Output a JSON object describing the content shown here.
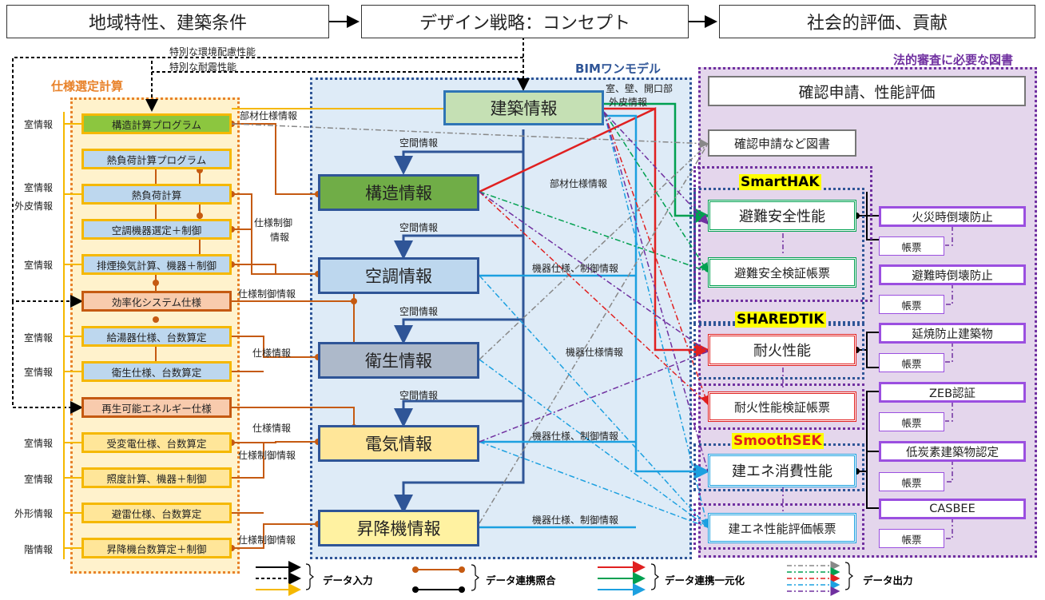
{
  "top": {
    "regional": "地域特性、建築条件",
    "design": "デザイン戦略：コンセプト",
    "social": "社会的評価、貢献"
  },
  "notes": {
    "special_env": "特別な環境配慮性能",
    "special_seismic": "特別な耐震性能"
  },
  "regions": {
    "spec_calc": "仕様選定計算",
    "bim": "BIMワンモデル",
    "legal": "法的審査に必要な図書"
  },
  "calc_items": [
    {
      "label": "構造計算プログラム",
      "left": "室情報"
    },
    {
      "label": "熱負荷計算プログラム",
      "left": ""
    },
    {
      "label": "熱負荷計算",
      "left": "室情報\n外皮情報"
    },
    {
      "label": "空調機器選定＋制御",
      "left": ""
    },
    {
      "label": "排煙換気計算、機器＋制御",
      "left": "室情報"
    },
    {
      "label": "効率化システム仕様",
      "left": ""
    },
    {
      "label": "給湯器仕様、台数算定",
      "left": "室情報"
    },
    {
      "label": "衛生仕様、台数算定",
      "left": "室情報"
    },
    {
      "label": "再生可能エネルギー仕様",
      "left": ""
    },
    {
      "label": "受変電仕様、台数算定",
      "left": "室情報"
    },
    {
      "label": "照度計算、機器＋制御",
      "left": "室情報"
    },
    {
      "label": "避雷仕様、台数算定",
      "left": "外形情報"
    },
    {
      "label": "昇降機台数算定＋制御",
      "left": "階情報"
    }
  ],
  "left_labels": {
    "l0": "室情報",
    "l2a": "室情報",
    "l2b": "外皮情報",
    "l4": "室情報",
    "l6": "室情報",
    "l7": "室情報",
    "l9": "室情報",
    "l10": "室情報",
    "l11": "外形情報",
    "l12": "階情報"
  },
  "info": {
    "arch": "建築情報",
    "str": "構造情報",
    "hvac": "空調情報",
    "san": "衛生情報",
    "elec": "電気情報",
    "lift": "昇降機情報"
  },
  "links": {
    "member_spec": "部材仕様情報",
    "space1": "空間情報",
    "spec_ctrl_a": "仕様制御",
    "spec_ctrl_b": "情報",
    "spec_ctrl_info1": "仕様制御情報",
    "spec_info": "仕様情報",
    "space2": "空間情報",
    "space3": "空間情報",
    "spec_info2": "仕様情報",
    "spec_ctrl_info2": "仕様制御情報",
    "space4": "空間情報",
    "spec_ctrl_info3": "仕様制御情報",
    "wall_open": "室、壁、開口部",
    "envelope": "外皮情報",
    "member_spec2": "部材仕様情報",
    "equip_ctrl1": "機器仕様、制御情報",
    "equip_spec": "機器仕様情報",
    "equip_ctrl2": "機器仕様、制御情報",
    "equip_ctrl3": "機器仕様、制御情報"
  },
  "outputs": {
    "confirm_eval": "確認申請、性能評価",
    "confirm_docs": "確認申請など図書",
    "evac": "避難安全性能",
    "evac_sheet": "避難安全検証帳票",
    "fire": "耐火性能",
    "fire_sheet": "耐火性能検証帳票",
    "energy": "建エネ消費性能",
    "energy_sheet": "建エネ性能評価帳票"
  },
  "software": {
    "s1": "SmartHAK",
    "s2": "SHAREDTIK",
    "s3": "SmoothSEK"
  },
  "right_items": [
    "火災時倒壊防止",
    "避難時倒壊防止",
    "延焼防止建築物",
    "ZEB認証",
    "低炭素建築物認定",
    "CASBEE"
  ],
  "ticket_label": "帳票",
  "legend": {
    "input": "データ入力",
    "collate": "データ連携照合",
    "unify": "データ連携一元化",
    "output": "データ出力"
  },
  "colors": {
    "orange": "#E8822A",
    "blue": "#2F5597",
    "purple": "#7030A0",
    "green": "#00A050",
    "red": "#E02020",
    "cyan": "#1CA0E0"
  }
}
